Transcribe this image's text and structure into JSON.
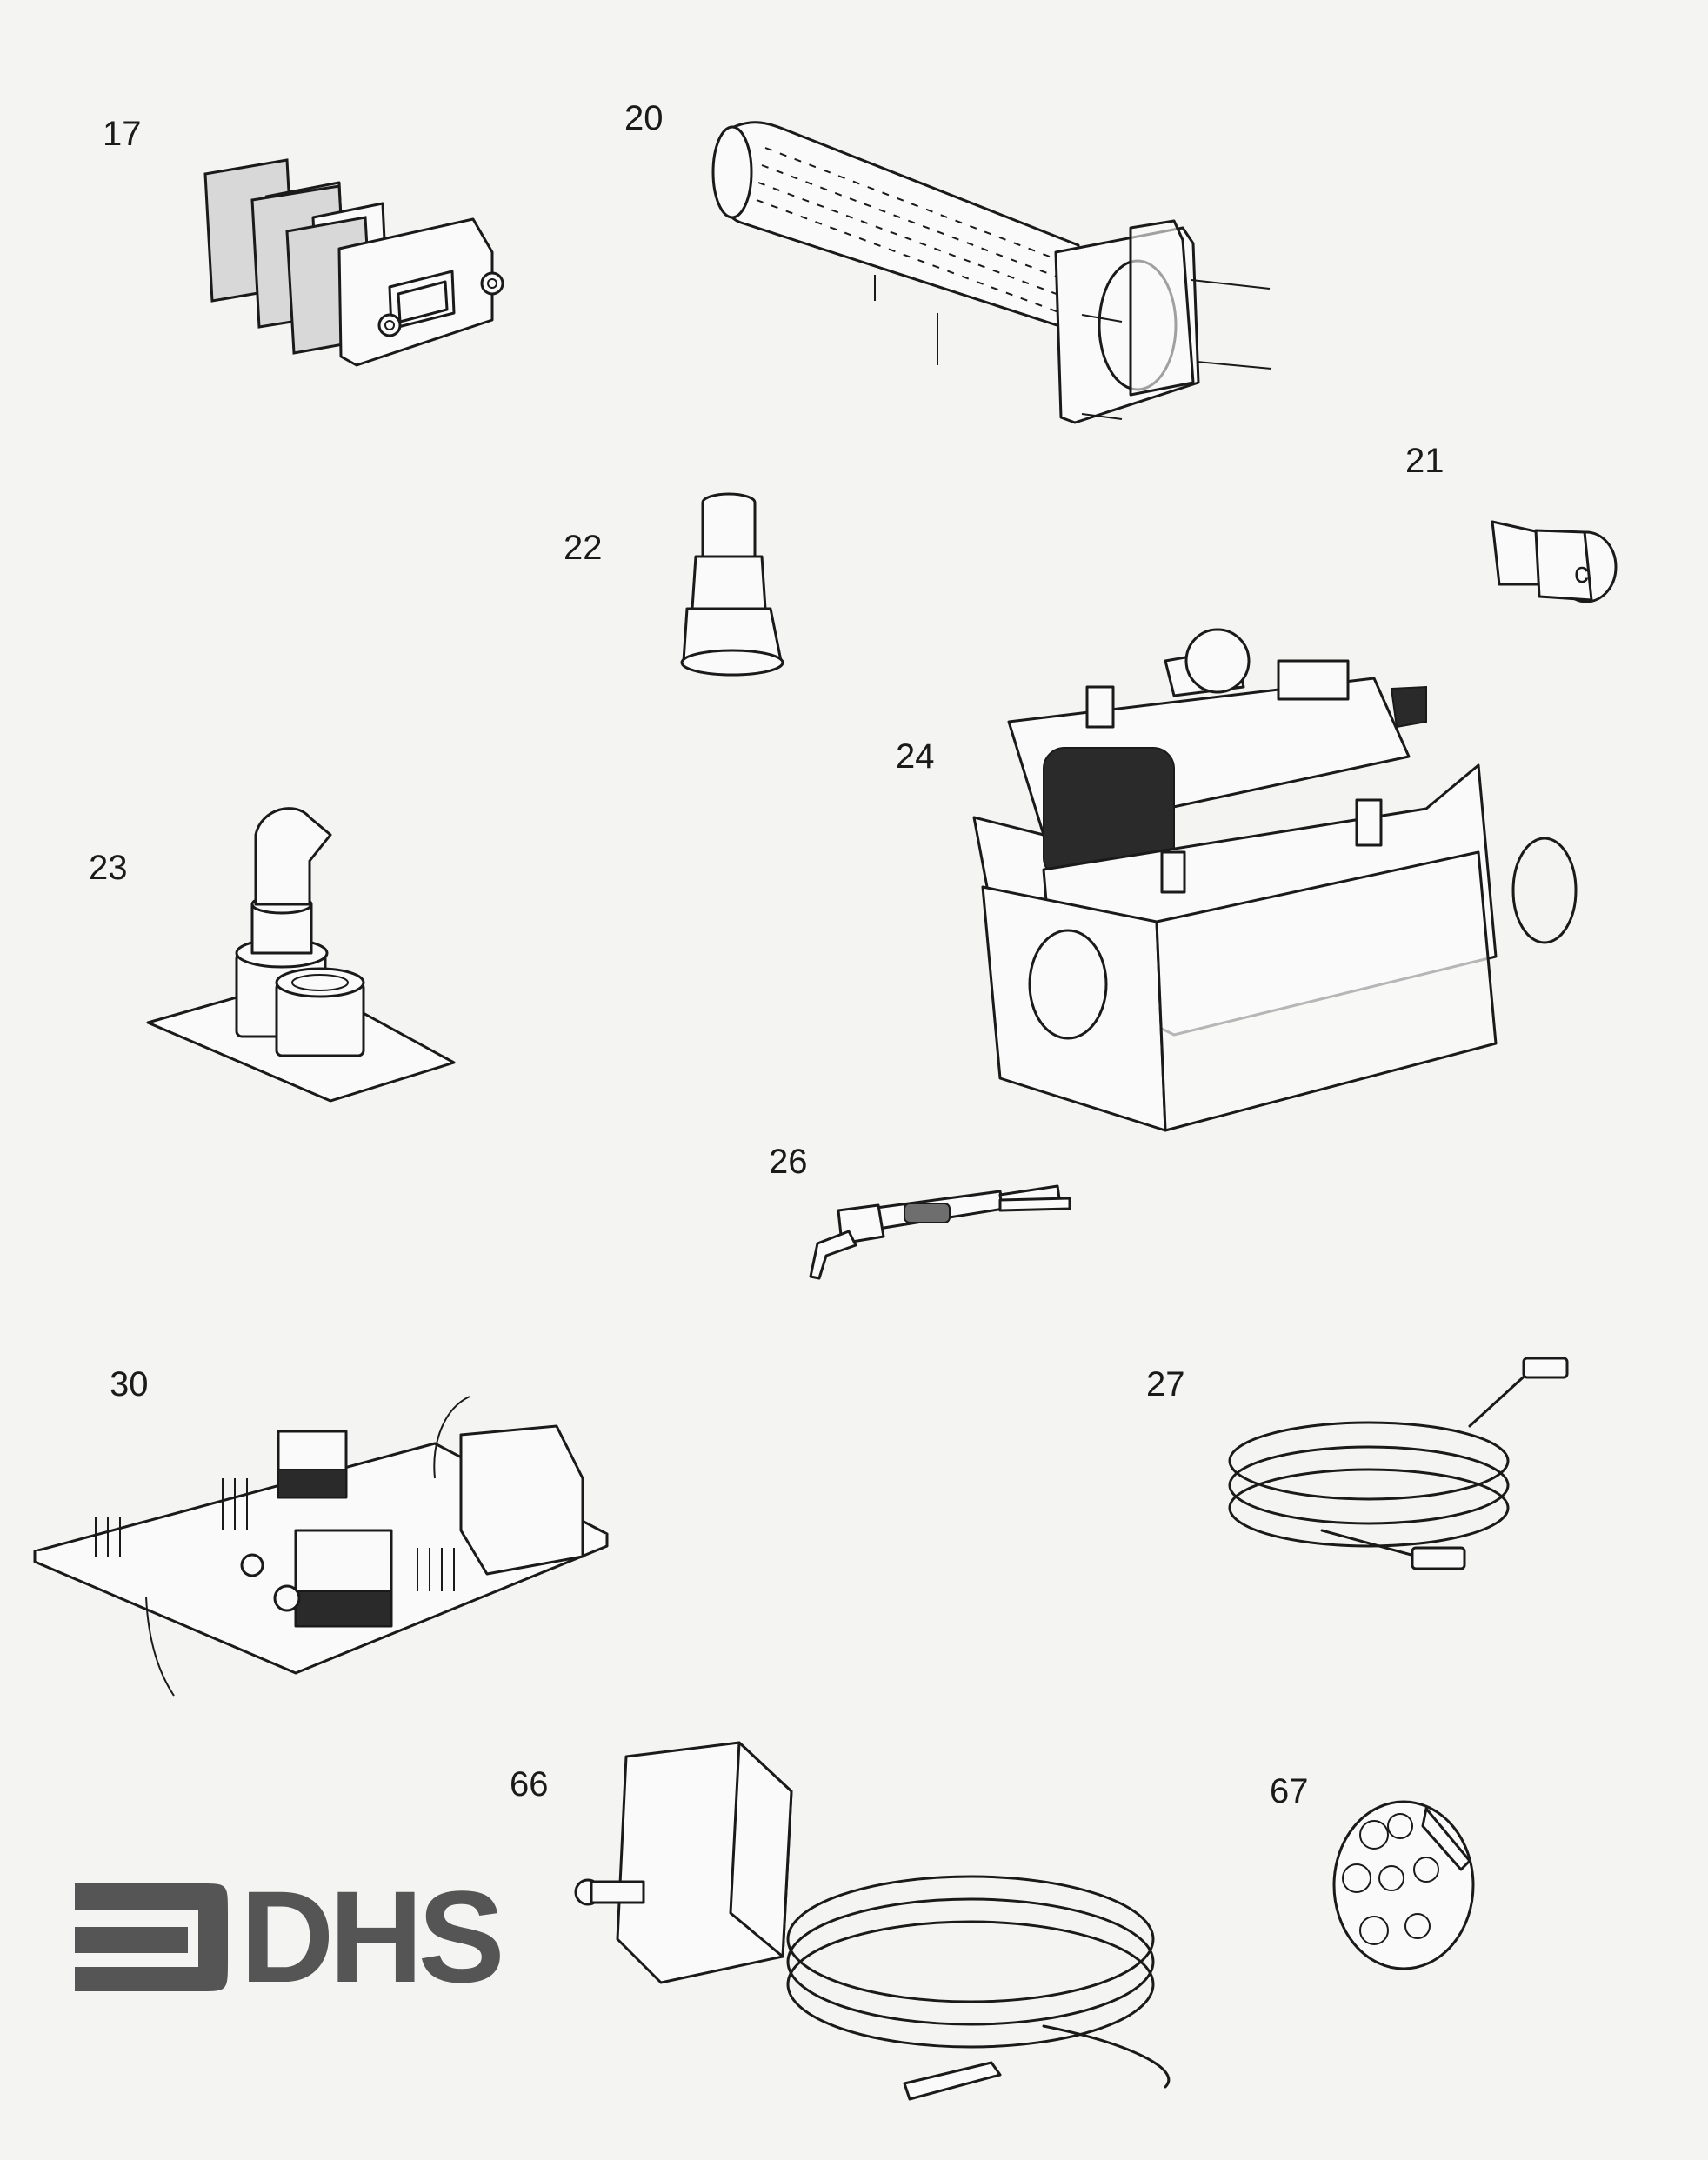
{
  "parts": [
    {
      "id": "17",
      "label": "17"
    },
    {
      "id": "20",
      "label": "20"
    },
    {
      "id": "21",
      "label": "21"
    },
    {
      "id": "22",
      "label": "22"
    },
    {
      "id": "23",
      "label": "23"
    },
    {
      "id": "24",
      "label": "24"
    },
    {
      "id": "26",
      "label": "26"
    },
    {
      "id": "27",
      "label": "27"
    },
    {
      "id": "30",
      "label": "30"
    },
    {
      "id": "66",
      "label": "66"
    },
    {
      "id": "67",
      "label": "67"
    }
  ],
  "logo": {
    "text": "DHS",
    "color": "#555555"
  },
  "colors": {
    "ink": "#1a1a1a",
    "paper": "#f4f4f2"
  }
}
